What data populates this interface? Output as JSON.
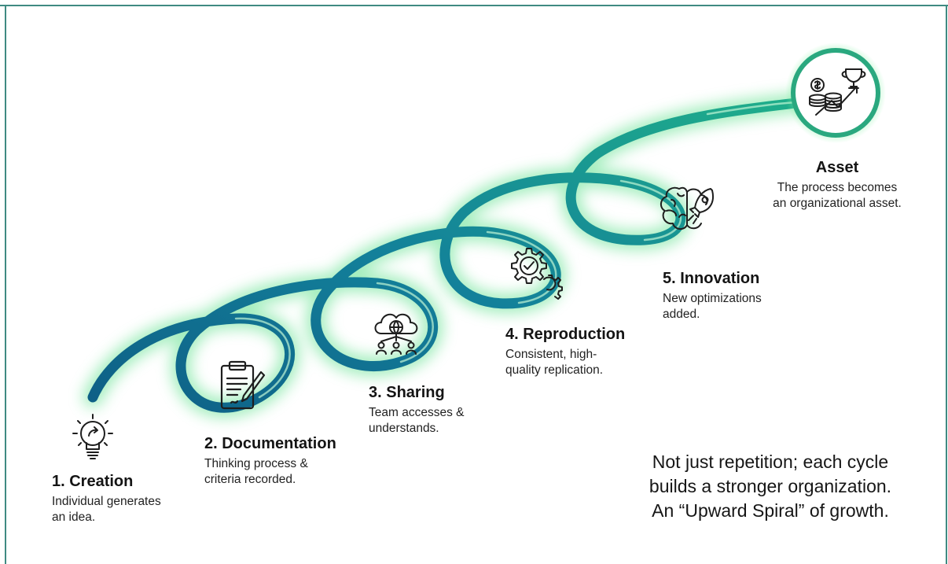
{
  "steps": [
    {
      "title": "1. Creation",
      "desc": [
        "Individual generates",
        "an idea."
      ],
      "icon": "lightbulb-icon"
    },
    {
      "title": "2. Documentation",
      "desc": [
        "Thinking process &",
        "criteria recorded."
      ],
      "icon": "clipboard-pen-icon"
    },
    {
      "title": "3. Sharing",
      "desc": [
        "Team accesses &",
        "understands."
      ],
      "icon": "cloud-network-icon"
    },
    {
      "title": "4. Reproduction",
      "desc": [
        "Consistent, high-",
        "quality replication."
      ],
      "icon": "gears-check-icon"
    },
    {
      "title": "5. Innovation",
      "desc": [
        "New optimizations",
        "added."
      ],
      "icon": "brain-rocket-icon"
    }
  ],
  "asset": {
    "title": "Asset",
    "desc": [
      "The process becomes",
      "an organizational asset."
    ],
    "icon": "coins-trophy-growth-icon"
  },
  "tagline": [
    "Not just repetition; each cycle",
    "builds a stronger organization.",
    "An “Upward Spiral” of growth."
  ],
  "colors": {
    "frame": "#3f8a82",
    "spiral_dark": "#0f6f86",
    "spiral_mid": "#1b9a8c",
    "spiral_glow": "#5ce08a",
    "icon_stroke": "#1e1e1e"
  }
}
